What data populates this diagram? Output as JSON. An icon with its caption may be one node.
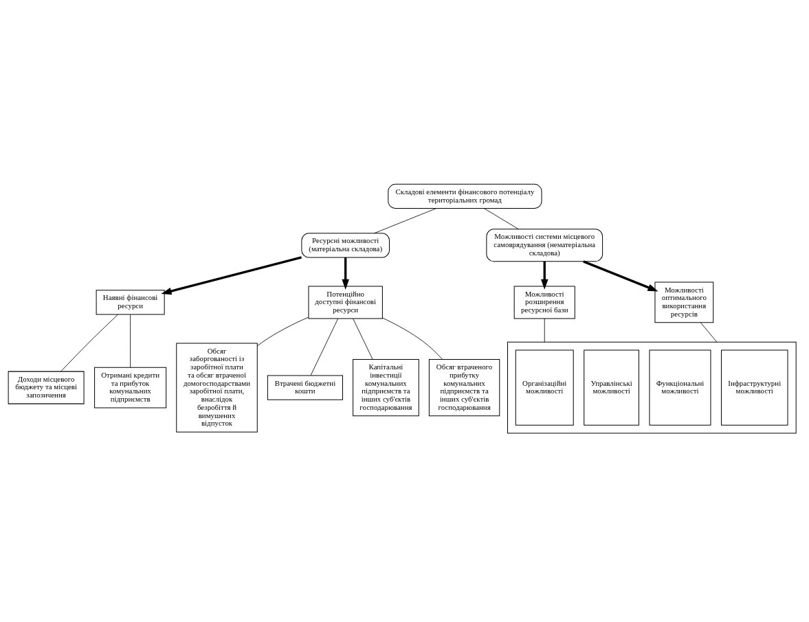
{
  "diagram": {
    "nodes": [
      {
        "text": [
          "Складові елементи фінансового потенціалу територіальних громад"
        ]
      },
      {
        "text": [
          "Ресурсні можливості (матеріальна складова)"
        ]
      },
      {
        "text": [
          "Можливості системи місцевого самоврядування (нематеріальна складова)"
        ]
      },
      {
        "text": [
          "Наявні фінансові ресурси"
        ]
      },
      {
        "text": [
          "Потенційно доступні фінансові ресурси"
        ]
      },
      {
        "text": [
          "Можливості розширення ресурсної бази"
        ]
      },
      {
        "text": [
          "Можливості оптимального використання ресурсів"
        ]
      },
      {
        "text": [
          "Доходи місцевого бюджету та місцеві запозичення"
        ]
      },
      {
        "text": [
          "Отримані кредити та прибуток комунальних підприємств"
        ]
      },
      {
        "text": [
          "Обсяг заборгованості із заробітної плати та обсяг втраченої домогосподарствами заробітної плати, внаслідок безробіття й вимушених відпусток"
        ]
      },
      {
        "text": [
          "Втрачені бюджетні кошти"
        ]
      },
      {
        "text": [
          "Капітальні інвестиції комунальних підприємств та інших суб'єктів господарювання"
        ]
      },
      {
        "text": [
          "Обсяг втраченого прибутку комунальних підприємств та інших суб'єктів господарювання"
        ]
      },
      {
        "text": [],
        "shape": "box"
      },
      {
        "text": [
          "Організаційні можливості"
        ],
        "in": 13
      },
      {
        "text": [
          "Управлінські можливості"
        ],
        "in": 13
      },
      {
        "text": [
          "Функціональні можливості"
        ],
        "in": 13
      },
      {
        "text": [
          "Інфраструктурні можливості"
        ],
        "in": 13
      }
    ],
    "edges": [
      {
        "from": 0,
        "to": 1,
        "arrow": "none"
      },
      {
        "from": 0,
        "to": 2,
        "arrow": "none"
      },
      {
        "from": 1,
        "to": 3,
        "arrow": "to",
        "style": "thick"
      },
      {
        "from": 1,
        "to": 4,
        "arrow": "to",
        "style": "thick"
      },
      {
        "from": 2,
        "to": 5,
        "arrow": "to",
        "style": "thick"
      },
      {
        "from": 2,
        "to": 6,
        "arrow": "to",
        "style": "thick"
      },
      {
        "from": 3,
        "to": 7,
        "arrow": "none"
      },
      {
        "from": 3,
        "to": 8,
        "arrow": "none"
      },
      {
        "from": 4,
        "to": 9,
        "arrow": "none"
      },
      {
        "from": 4,
        "to": 10,
        "arrow": "none"
      },
      {
        "from": 4,
        "to": 11,
        "arrow": "none"
      },
      {
        "from": 4,
        "to": 12,
        "arrow": "none"
      },
      {
        "from": 5,
        "to": 13,
        "arrow": "none"
      },
      {
        "from": 6,
        "to": 13,
        "arrow": "none"
      }
    ]
  }
}
